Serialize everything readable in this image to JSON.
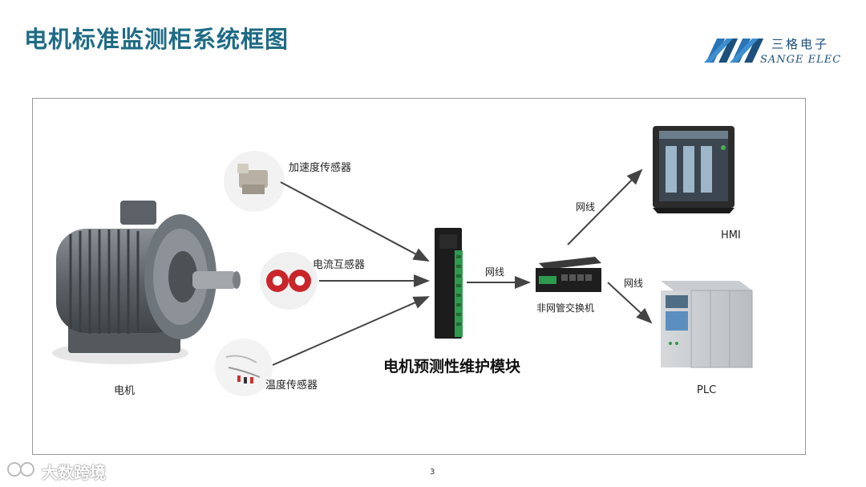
{
  "title": "电机标准监测柜系统框图",
  "logo": {
    "cn": "三格电子",
    "en": "SANGE ELEC"
  },
  "labels": {
    "motor": "电机",
    "accel": "加速度传感器",
    "current": "电流互感器",
    "temp": "温度传感器",
    "module": "电机预测性维护模块",
    "cable1": "网线",
    "switch": "非网管交换机",
    "cable2": "网线",
    "cable3": "网线",
    "hmi": "HMI",
    "plc": "PLC"
  },
  "page_number": "3",
  "watermark": "大数跨境",
  "colors": {
    "title": "#1f6b86",
    "arrow": "#444444",
    "module_green": "#2e9a4e"
  }
}
